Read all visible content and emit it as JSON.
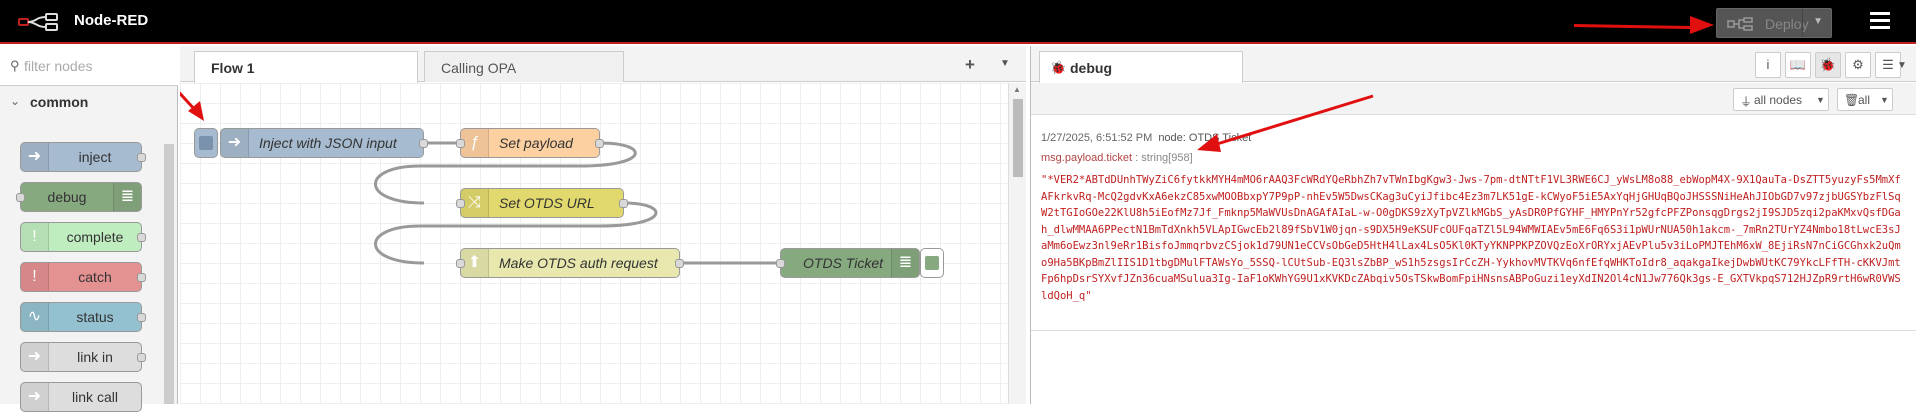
{
  "header": {
    "title": "Node-RED",
    "deploy_label": "Deploy"
  },
  "palette": {
    "filter_placeholder": "filter nodes",
    "category": "common",
    "nodes": [
      {
        "label": "inject",
        "color": "#a6bbcf"
      },
      {
        "label": "debug",
        "color": "#87a980"
      },
      {
        "label": "complete",
        "color": "#c0edc0"
      },
      {
        "label": "catch",
        "color": "#e49191"
      },
      {
        "label": "status",
        "color": "#94c1d0"
      },
      {
        "label": "link in",
        "color": "#dddddd"
      },
      {
        "label": "link call",
        "color": "#dddddd"
      }
    ]
  },
  "workspace": {
    "tabs": [
      {
        "label": "Flow 1",
        "active": true
      },
      {
        "label": "Calling OPA",
        "active": false
      }
    ],
    "nodes": [
      {
        "label": "Inject with JSON input",
        "color": "#a6bbcf",
        "icon": "arrow-icon"
      },
      {
        "label": "Set payload",
        "color": "#fdd0a2",
        "icon": "function-icon"
      },
      {
        "label": "Set OTDS URL",
        "color": "#e2d96e",
        "icon": "change-icon"
      },
      {
        "label": "Make OTDS auth request",
        "color": "#e7e7ae",
        "icon": "http-icon"
      },
      {
        "label": "OTDS Ticket",
        "color": "#87a980",
        "icon": "debug-icon"
      }
    ]
  },
  "sidebar": {
    "tab_label": "debug",
    "filter_nodes_label": "all nodes",
    "clear_label": "all",
    "message": {
      "timestamp": "1/27/2025, 6:51:52 PM",
      "node": "node: OTDS Ticket",
      "path": "msg.payload.ticket",
      "type": " : string[958]",
      "value": "\"*VER2*ABTdDUnhTWyZiC6fytkkMYH4mMO6rAAQ3FcWRdYQeRbhZh7vTWnIbgKgw3-Jws-7pm-dtNTtF1VL3RWE6CJ_yWsLM8o88_ebWopM4X-9X1QauTa-DsZTT5yuzyFs5MmXfAFkrkvRq-McQ2gdvKxA6ekzC85xwMOOBbxpY7P9pP-nhEv5W5DwsCKag3uCyiJfibc4Ez3m7LK51gE-kCWyoF5iE5AxYqHjGHUqBQoJHSSSNiHeAhJIObGD7v97zjbUGSYbzFlSqW2tTGIoGOe22KlU8h5iEofMz7Jf_Fmknp5MaWVUsDnAGAfAIaL-w-O0gDKS9zXyTpVZlkMGbS_yAsDR0PfGYHF_HMYPnYr52gfcPFZPonsqgDrgs2jI9SJD5zqi2paKMxvQsfDGah_dlwMMAA6PPectN1BmTdXnkh5VLApIGwcEb2l89fSbV1W0jqn-s9DX5H9eKSUFcOUFqaTZl5L94WMWIAEv5mE6Fq6S3i1pWUrNUA50h1akcm-_7mRn2TUrYZ4Nmbo18tLwcE3sJaMm6oEwz3nl9eRr1BisfoJmmqrbvzCSjok1d79UN1eCCVsObGeD5HtH4lLax4LsO5Kl0KTyYKNPPKPZOVQzEoXrORYxjAEvPlu5v3iLoPMJTEhM6xW_8EjiRsN7nCiGCGhxk2uQmo9Ha5BKpBmZlIIS1D1tbgDMulFTAWsYo_5SSQ-lCUtSub-EQ3lsZbBP_wS1h5zsgsIrCcZH-YykhovMVTKVq6nfEfqWHKToIdr8_aqakgaIkejDwbWUtKC79YkcLFfTH-cKKVJmtFp6hpDsrSYXvfJZn36cuaMSulua3Ig-IaF1oKWhYG9U1xKVKDcZAbqiv5OsTSkwBomFpiHNsnsABPoGuzi1eyXdIN2Ol4cN1Jw776Qk3gs-E_GXTVkpqS712HJZpR9rtH6wR0VWSldQoH_q\""
    }
  }
}
